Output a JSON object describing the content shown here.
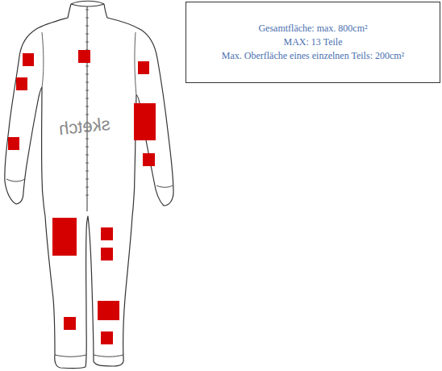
{
  "diagram": {
    "nodes": [
      {
        "text": [
          "Gesamtfläche: max. 800cm²",
          "MAX: 13 Teile",
          "Max. Oberfläche eines einzelnen Teils: 200cm²"
        ]
      }
    ],
    "labels": [
      "sketch"
    ]
  }
}
